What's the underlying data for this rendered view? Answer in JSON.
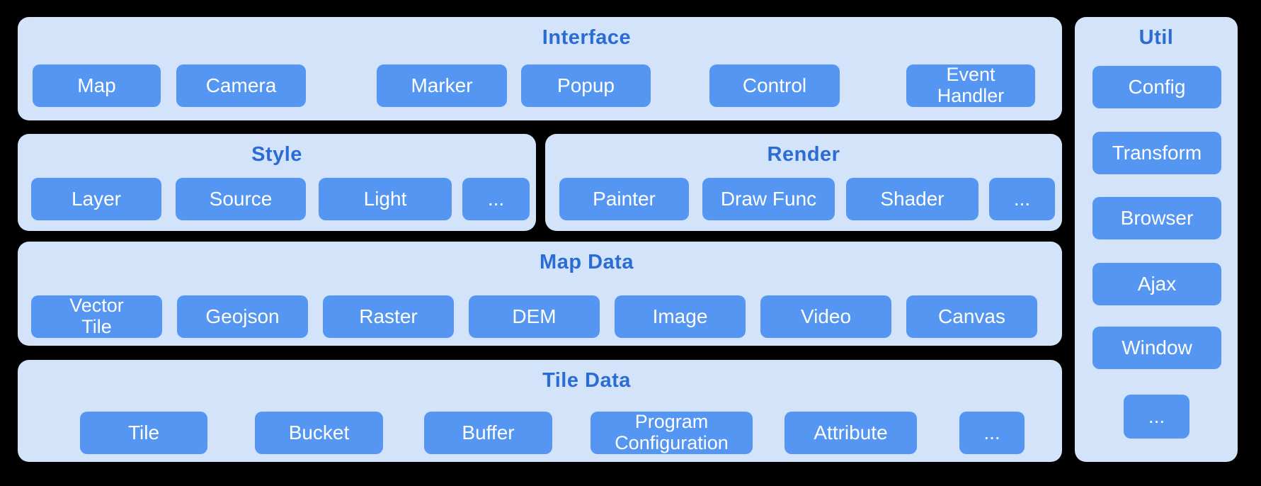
{
  "colors": {
    "background": "#000000",
    "panel_fill": "#d3e3fa",
    "block_fill": "#5496f1",
    "title_text": "#2a6cd3",
    "block_text": "#ffffff"
  },
  "diagram": {
    "panels": [
      {
        "id": "interface",
        "title": "Interface",
        "buttons": [
          "Map",
          "Camera",
          "Marker",
          "Popup",
          "Control",
          "Event\nHandler"
        ]
      },
      {
        "id": "style",
        "title": "Style",
        "buttons": [
          "Layer",
          "Source",
          "Light",
          "..."
        ]
      },
      {
        "id": "render",
        "title": "Render",
        "buttons": [
          "Painter",
          "Draw Func",
          "Shader",
          "..."
        ]
      },
      {
        "id": "map-data",
        "title": "Map Data",
        "buttons": [
          "Vector\nTile",
          "Geojson",
          "Raster",
          "DEM",
          "Image",
          "Video",
          "Canvas"
        ]
      },
      {
        "id": "tile-data",
        "title": "Tile Data",
        "buttons": [
          "Tile",
          "Bucket",
          "Buffer",
          "Program\nConfiguration",
          "Attribute",
          "..."
        ]
      },
      {
        "id": "util",
        "title": "Util",
        "buttons": [
          "Config",
          "Transform",
          "Browser",
          "Ajax",
          "Window",
          "..."
        ]
      }
    ]
  }
}
